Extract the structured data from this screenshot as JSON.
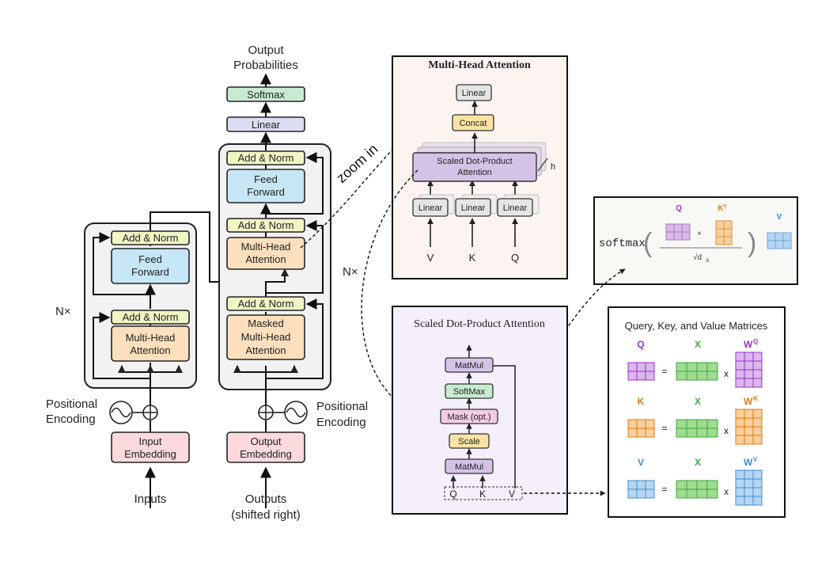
{
  "encoder": {
    "inputs_label": "Inputs",
    "embedding_label": [
      "Input",
      "Embedding"
    ],
    "positional_label": [
      "Positional",
      "Encoding"
    ],
    "nx_label": "N×",
    "add_norm_label": "Add & Norm",
    "feed_forward_label": [
      "Feed",
      "Forward"
    ],
    "mha_label": [
      "Multi-Head",
      "Attention"
    ]
  },
  "decoder": {
    "outputs_label": [
      "Outputs",
      "(shifted right)"
    ],
    "embedding_label": [
      "Output",
      "Embedding"
    ],
    "positional_label": [
      "Positional",
      "Encoding"
    ],
    "nx_label": "N×",
    "add_norm_label": "Add & Norm",
    "masked_mha_label": [
      "Masked",
      "Multi-Head",
      "Attention"
    ],
    "mha_label": [
      "Multi-Head",
      "Attention"
    ],
    "feed_forward_label": [
      "Feed",
      "Forward"
    ],
    "linear_label": "Linear",
    "softmax_label": "Softmax",
    "output_label": [
      "Output",
      "Probabilities"
    ]
  },
  "zoom_label": "zoom in",
  "mha_panel": {
    "title": "Multi-Head Attention",
    "linear_top": "Linear",
    "concat": "Concat",
    "sdpa": [
      "Scaled Dot-Product",
      "Attention"
    ],
    "h": "h",
    "linears": [
      "Linear",
      "Linear",
      "Linear"
    ],
    "inputs": [
      "V",
      "K",
      "Q"
    ]
  },
  "sdpa_panel": {
    "title": "Scaled Dot-Product Attention",
    "matmul_top": "MatMul",
    "softmax": "SoftMax",
    "mask": "Mask (opt.)",
    "scale": "Scale",
    "matmul_bottom": "MatMul",
    "inputs": [
      "Q",
      "K",
      "V"
    ]
  },
  "softmax_panel": {
    "fn": "softmax",
    "q": "Q",
    "kt": "Kᵀ",
    "times": "×",
    "sqrt": "√d",
    "sqrt_sub": "k",
    "v": "V"
  },
  "qkv_panel": {
    "title": "Query, Key, and Value Matrices",
    "rows": [
      {
        "left": "Q",
        "x": "X",
        "w": "W",
        "w_sup": "Q",
        "color": "#9b30c8",
        "fill": "#d9b8ea"
      },
      {
        "left": "K",
        "x": "X",
        "w": "W",
        "w_sup": "K",
        "color": "#e07a10",
        "fill": "#f9cf9d"
      },
      {
        "left": "V",
        "x": "X",
        "w": "W",
        "w_sup": "V",
        "color": "#3a8fd8",
        "fill": "#b7d5f1"
      }
    ],
    "x_color": "#3fa63f",
    "x_fill": "#9fdc8f",
    "eq": "=",
    "times": "x"
  }
}
